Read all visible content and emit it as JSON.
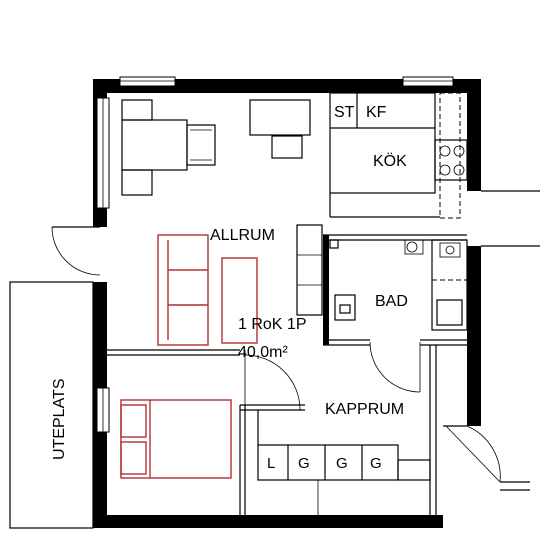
{
  "rooms": {
    "st": "ST",
    "kf": "KF",
    "kok": "KÖK",
    "allrum": "ALLRUM",
    "bad": "BAD",
    "kapprum": "KAPPRUM",
    "uteplats": "UTEPLATS"
  },
  "apartment": {
    "type": "1 RoK 1P",
    "area": "40,0m²"
  },
  "storage": {
    "labels": [
      "L",
      "G",
      "G",
      "G"
    ]
  }
}
